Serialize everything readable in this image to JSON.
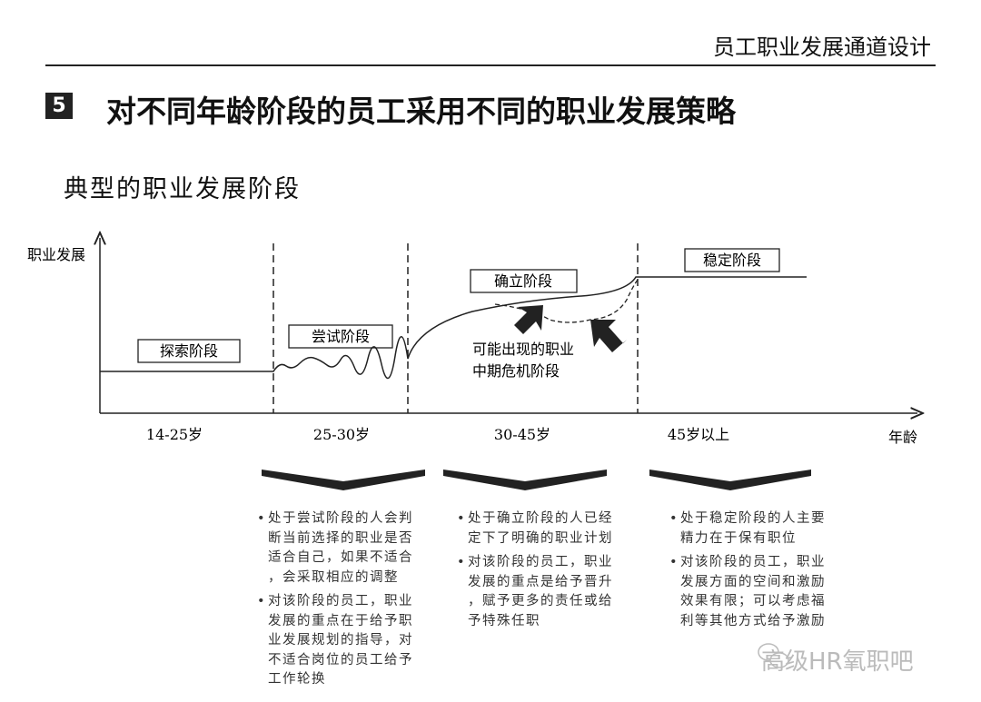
{
  "header": {
    "title": "员工职业发展通道设计"
  },
  "section": {
    "number": "5",
    "title": "对不同年龄阶段的员工采用不同的职业发展策略"
  },
  "subtitle": "典型的职业发展阶段",
  "diagram": {
    "y_axis_label": "职业发展",
    "x_axis_label": "年龄",
    "stages": [
      "探索阶段",
      "尝试阶段",
      "确立阶段",
      "稳定阶段"
    ],
    "ages": [
      "14-25岁",
      "25-30岁",
      "30-45岁",
      "45岁以上"
    ],
    "crisis_note": [
      "可能出现的职业",
      "中期危机阶段"
    ]
  },
  "columns": [
    {
      "bullets": [
        [
          "处于尝试阶段的人会判",
          "断当前选择的职业是否",
          "适合自己，如果不适合",
          "，会采取相应的调整"
        ],
        [
          "对该阶段的员工，职业",
          "发展的重点在于给予职",
          "业发展规划的指导，对",
          "不适合岗位的员工给予",
          "工作轮换"
        ]
      ]
    },
    {
      "bullets": [
        [
          "处于确立阶段的人已经",
          "定下了明确的职业计划"
        ],
        [
          "对该阶段的员工，职业",
          "发展的重点是给予晋升",
          "，赋予更多的责任或给",
          "予特殊任职"
        ]
      ]
    },
    {
      "bullets": [
        [
          "处于稳定阶段的人主要",
          "精力在于保有职位"
        ],
        [
          "对该阶段的员工，职业",
          "发展方面的空间和激励",
          "效果有限；可以考虑福",
          "利等其他方式给予激励"
        ]
      ]
    }
  ],
  "watermark": "高级HR氧职吧"
}
